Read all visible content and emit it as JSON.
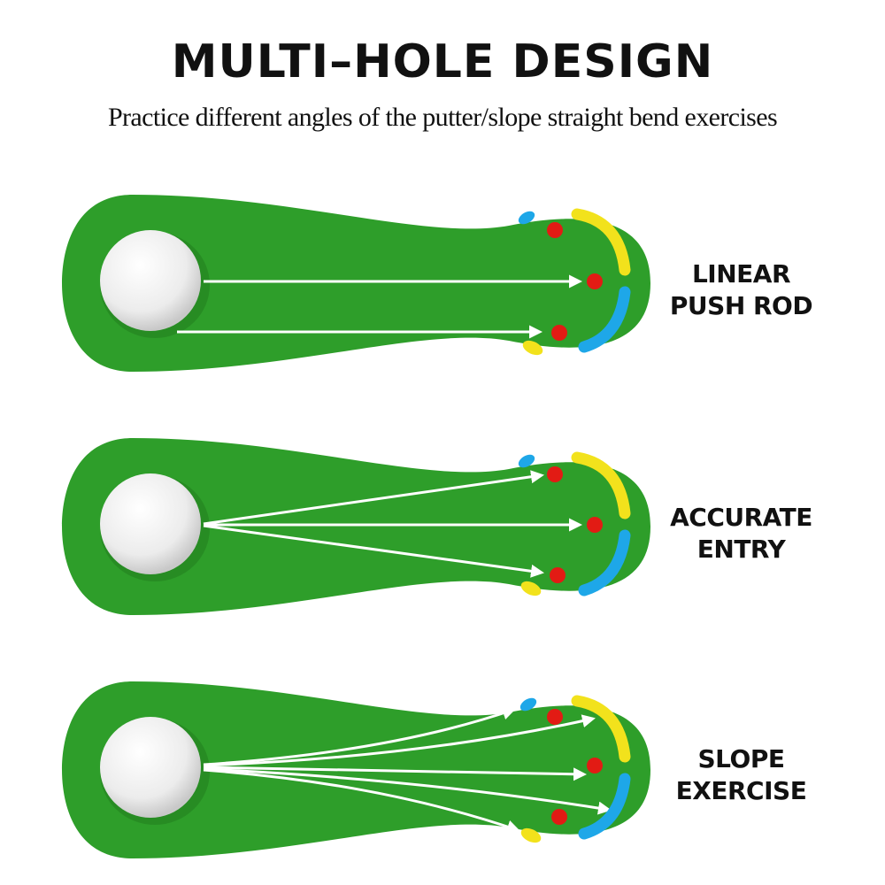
{
  "header": {
    "title": "MULTI–HOLE DESIGN",
    "subtitle": "Practice different angles of the putter/slope straight bend exercises"
  },
  "panels": [
    {
      "label_lines": [
        "LINEAR",
        "PUSH ROD"
      ]
    },
    {
      "label_lines": [
        "ACCURATE",
        "ENTRY"
      ]
    },
    {
      "label_lines": [
        "SLOPE",
        "EXERCISE"
      ]
    }
  ],
  "colors": {
    "mat_green": "#2e9e2a",
    "mat_green_light": "#3cb034",
    "ball": "#f4f4f4",
    "hole_red": "#e21b14",
    "bumper_yellow": "#f2e21c",
    "bumper_blue": "#1ea7e8",
    "arrow": "#ffffff",
    "text": "#111111"
  }
}
